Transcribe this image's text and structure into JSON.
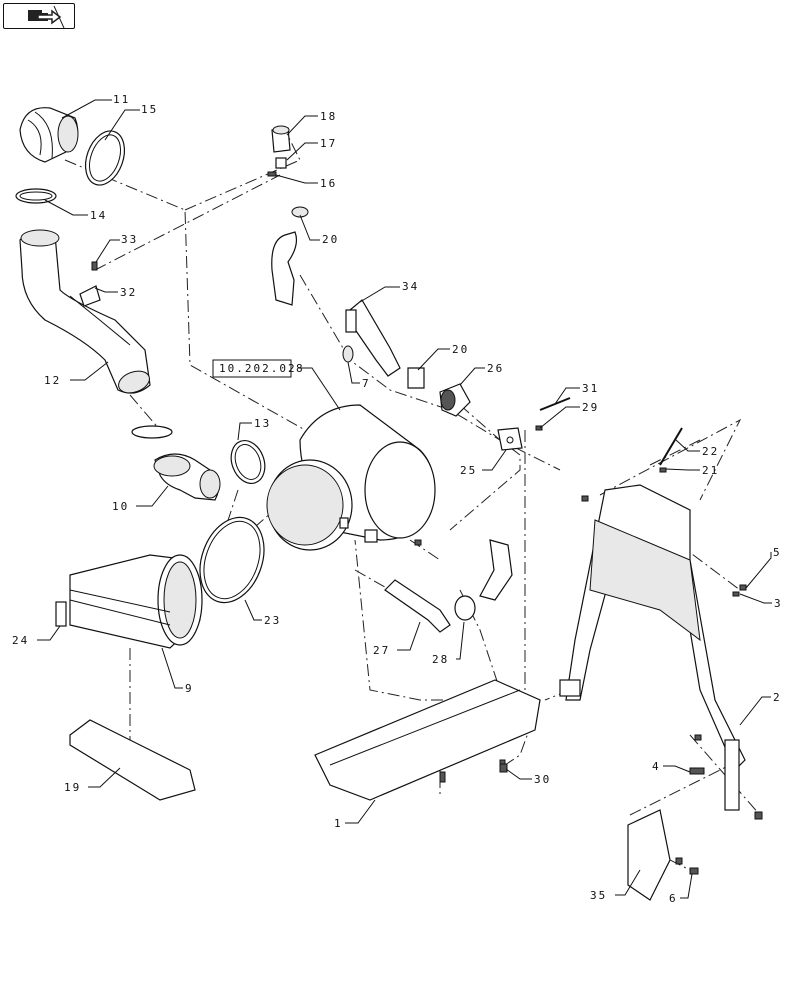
{
  "nav": {
    "icon": "next-page-arrow-icon"
  },
  "reference_box": "10.202.02",
  "callouts": [
    {
      "id": "c11",
      "text": "11"
    },
    {
      "id": "c15",
      "text": "15"
    },
    {
      "id": "c14",
      "text": "14"
    },
    {
      "id": "c33",
      "text": "33"
    },
    {
      "id": "c32",
      "text": "32"
    },
    {
      "id": "c12",
      "text": "12"
    },
    {
      "id": "c18",
      "text": "18"
    },
    {
      "id": "c17",
      "text": "17"
    },
    {
      "id": "c16",
      "text": "16"
    },
    {
      "id": "c20a",
      "text": "20"
    },
    {
      "id": "c34",
      "text": "34"
    },
    {
      "id": "c20b",
      "text": "20"
    },
    {
      "id": "c7",
      "text": "7"
    },
    {
      "id": "c26",
      "text": "26"
    },
    {
      "id": "c8",
      "text": "8"
    },
    {
      "id": "c31",
      "text": "31"
    },
    {
      "id": "c29",
      "text": "29"
    },
    {
      "id": "c13",
      "text": "13"
    },
    {
      "id": "c10",
      "text": "10"
    },
    {
      "id": "c25",
      "text": "25"
    },
    {
      "id": "c22",
      "text": "22"
    },
    {
      "id": "c21",
      "text": "21"
    },
    {
      "id": "c5",
      "text": "5"
    },
    {
      "id": "c3",
      "text": "3"
    },
    {
      "id": "c23",
      "text": "23"
    },
    {
      "id": "c24",
      "text": "24"
    },
    {
      "id": "c9",
      "text": "9"
    },
    {
      "id": "c27",
      "text": "27"
    },
    {
      "id": "c28",
      "text": "28"
    },
    {
      "id": "c2",
      "text": "2"
    },
    {
      "id": "c19",
      "text": "19"
    },
    {
      "id": "c30",
      "text": "30"
    },
    {
      "id": "c4",
      "text": "4"
    },
    {
      "id": "c1",
      "text": "1"
    },
    {
      "id": "c35",
      "text": "35"
    },
    {
      "id": "c6",
      "text": "6"
    }
  ]
}
